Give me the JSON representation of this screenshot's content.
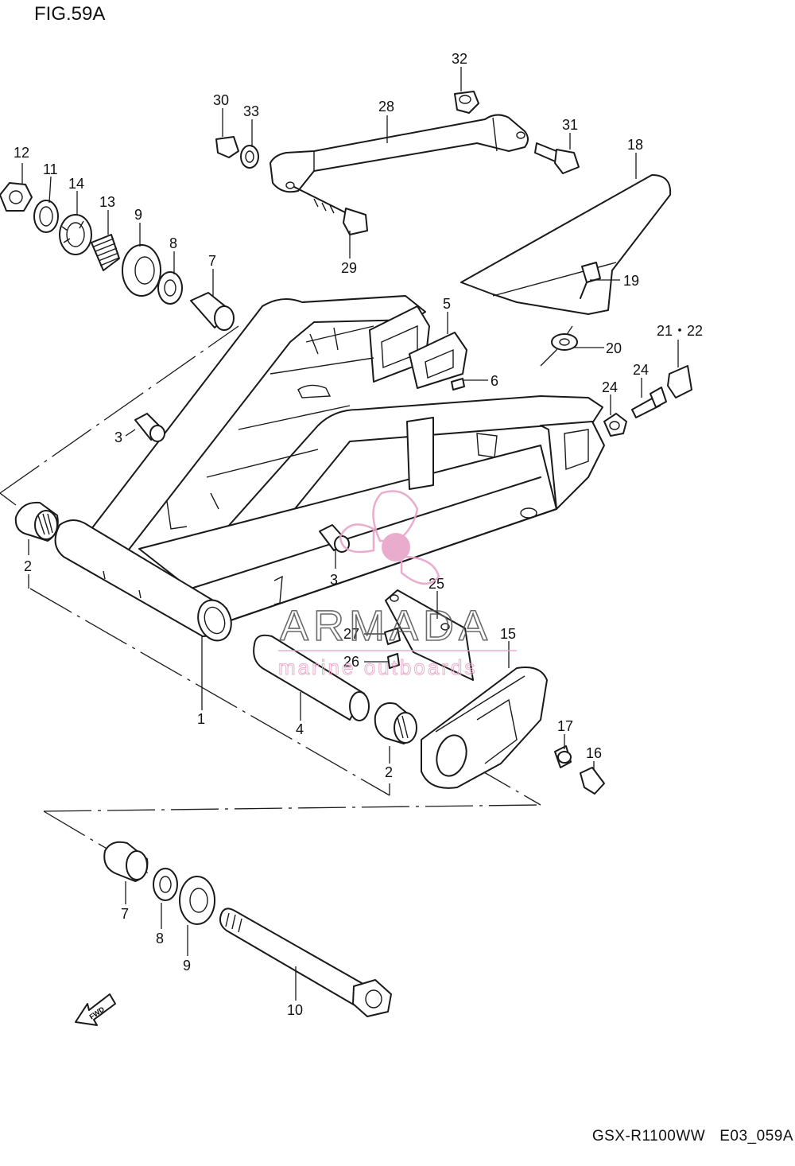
{
  "figure": {
    "title": "FIG.59A",
    "model": "GSX-R1100WW",
    "code": "E03_059A"
  },
  "watermark": {
    "brand": "ARMADA",
    "tagline": "marine outboards",
    "color": "#e8a4c8"
  },
  "fwd_label": "FWD",
  "callouts": [
    {
      "key": "c1",
      "label": "1"
    },
    {
      "key": "c2a",
      "label": "2"
    },
    {
      "key": "c2b",
      "label": "2"
    },
    {
      "key": "c3a",
      "label": "3"
    },
    {
      "key": "c3b",
      "label": "3"
    },
    {
      "key": "c4",
      "label": "4"
    },
    {
      "key": "c5",
      "label": "5"
    },
    {
      "key": "c6",
      "label": "6"
    },
    {
      "key": "c7a",
      "label": "7"
    },
    {
      "key": "c7b",
      "label": "7"
    },
    {
      "key": "c8a",
      "label": "8"
    },
    {
      "key": "c8b",
      "label": "8"
    },
    {
      "key": "c9a",
      "label": "9"
    },
    {
      "key": "c9b",
      "label": "9"
    },
    {
      "key": "c10",
      "label": "10"
    },
    {
      "key": "c11",
      "label": "11"
    },
    {
      "key": "c12",
      "label": "12"
    },
    {
      "key": "c13",
      "label": "13"
    },
    {
      "key": "c14",
      "label": "14"
    },
    {
      "key": "c15",
      "label": "15"
    },
    {
      "key": "c16",
      "label": "16"
    },
    {
      "key": "c17",
      "label": "17"
    },
    {
      "key": "c18",
      "label": "18"
    },
    {
      "key": "c19",
      "label": "19"
    },
    {
      "key": "c20",
      "label": "20"
    },
    {
      "key": "c21",
      "label": "21・22"
    },
    {
      "key": "c24a",
      "label": "24"
    },
    {
      "key": "c24b",
      "label": "24"
    },
    {
      "key": "c25",
      "label": "25"
    },
    {
      "key": "c26",
      "label": "26"
    },
    {
      "key": "c27",
      "label": "27"
    },
    {
      "key": "c28",
      "label": "28"
    },
    {
      "key": "c29",
      "label": "29"
    },
    {
      "key": "c30",
      "label": "30"
    },
    {
      "key": "c31",
      "label": "31"
    },
    {
      "key": "c32",
      "label": "32"
    },
    {
      "key": "c33",
      "label": "33"
    }
  ]
}
